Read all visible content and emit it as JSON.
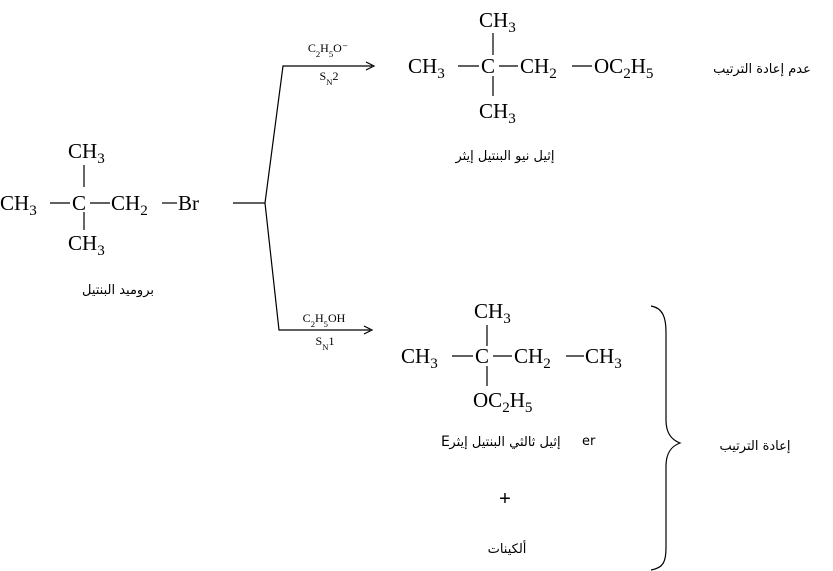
{
  "reactant": {
    "top_methyl": "CH3",
    "left_methyl": "CH3",
    "carbon": "C",
    "methylene": "CH2",
    "bromine": "Br",
    "bottom_methyl": "CH3",
    "name": "بروميد البنتيل"
  },
  "path_top": {
    "reagent": "C2H5O⁻",
    "mechanism": "SN2",
    "product": {
      "top_methyl": "CH3",
      "left_methyl": "CH3",
      "carbon": "C",
      "methylene": "CH2",
      "ethoxy": "OC2H5",
      "bottom_methyl": "CH3",
      "name": "إثيل نيو البنتيل إيثر"
    },
    "outcome": "عدم إعادة الترتيب"
  },
  "path_bottom": {
    "reagent": "C2H5OH",
    "mechanism": "SN1",
    "product": {
      "top_methyl": "CH3",
      "left_methyl": "CH3",
      "carbon": "C",
      "methylene": "CH2",
      "right_methyl": "CH3",
      "ethoxy": "OC2H5",
      "name": "إثيل ثالثي البنتيل إيثر",
      "name_prefix": "E",
      "name_suffix": "er"
    },
    "plus": "+",
    "byproduct": "ألكينات",
    "outcome": "إعادة الترتيب"
  }
}
